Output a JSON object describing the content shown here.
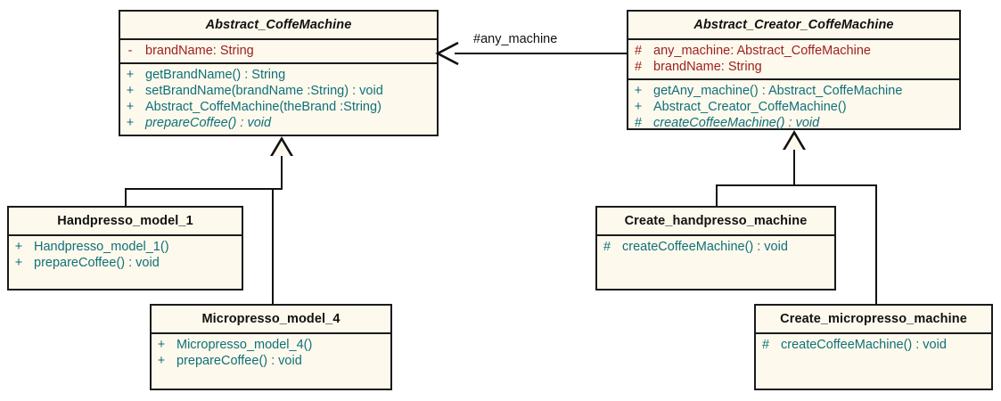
{
  "diagram": {
    "title": "Abstract Factory - Coffee Machine UML class diagram",
    "colors": {
      "box_fill": "#fdf9ec",
      "border": "#1a1a1a",
      "attribute_text": "#9e2020",
      "method_text": "#10707a",
      "name_text": "#111111",
      "background": "#ffffff"
    },
    "association_label": "#any_machine"
  },
  "classes": {
    "abstract_coffemachine": {
      "name": "Abstract_CoffeMachine",
      "attributes": [
        {
          "visibility": "-",
          "text": "brandName:  String"
        }
      ],
      "methods": [
        {
          "visibility": "+",
          "text": "getBrandName() : String"
        },
        {
          "visibility": "+",
          "text": "setBrandName(brandName :String) : void"
        },
        {
          "visibility": "+",
          "text": "Abstract_CoffeMachine(theBrand :String)"
        },
        {
          "visibility": "+",
          "text": "prepareCoffee() : void"
        }
      ]
    },
    "abstract_creator_coffemachine": {
      "name": "Abstract_Creator_CoffeMachine",
      "attributes": [
        {
          "visibility": "#",
          "text": "any_machine:  Abstract_CoffeMachine"
        },
        {
          "visibility": "#",
          "text": "brandName:  String"
        }
      ],
      "methods": [
        {
          "visibility": "+",
          "text": "getAny_machine() : Abstract_CoffeMachine"
        },
        {
          "visibility": "+",
          "text": "Abstract_Creator_CoffeMachine()"
        },
        {
          "visibility": "#",
          "text": "createCoffeeMachine() : void"
        }
      ]
    },
    "handpresso_model_1": {
      "name": "Handpresso_model_1",
      "methods": [
        {
          "visibility": "+",
          "text": "Handpresso_model_1()"
        },
        {
          "visibility": "+",
          "text": "prepareCoffee() : void"
        }
      ]
    },
    "micropresso_model_4": {
      "name": "Micropresso_model_4",
      "methods": [
        {
          "visibility": "+",
          "text": "Micropresso_model_4()"
        },
        {
          "visibility": "+",
          "text": "prepareCoffee() : void"
        }
      ]
    },
    "create_handpresso_machine": {
      "name": "Create_handpresso_machine",
      "methods": [
        {
          "visibility": "#",
          "text": "createCoffeeMachine() : void"
        }
      ]
    },
    "create_micropresso_machine": {
      "name": "Create_micropresso_machine",
      "methods": [
        {
          "visibility": "#",
          "text": "createCoffeeMachine() : void"
        }
      ]
    }
  }
}
